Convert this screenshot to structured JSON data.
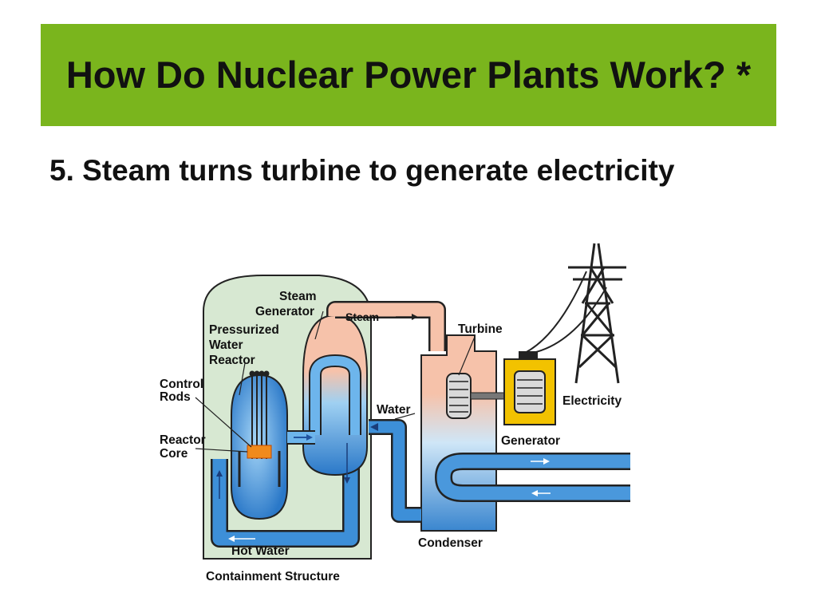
{
  "slide": {
    "title": "How Do Nuclear Power Plants Work? *",
    "bullet": "5. Steam turns turbine to generate electricity"
  },
  "diagram": {
    "labels": {
      "steam_generator": [
        "Steam",
        "Generator"
      ],
      "pressurized_water_reactor": [
        "Pressurized",
        "Water",
        "Reactor"
      ],
      "control_rods": [
        "Control",
        "Rods"
      ],
      "reactor_core": [
        "Reactor",
        "Core"
      ],
      "steam": "Steam",
      "water": "Water",
      "turbine": "Turbine",
      "generator": "Generator",
      "electricity": "Electricity",
      "condenser": "Condenser",
      "hot_water": "Hot Water",
      "containment_structure": "Containment Structure"
    },
    "colors": {
      "title_bar": "#7ab51d",
      "containment": "#d7e8d2",
      "water_blue": "#2d7fcf",
      "steam_pink": "#f6c2aa",
      "generator_yellow": "#f2c200",
      "core_orange": "#f08a1c"
    },
    "icons": [
      "transmission-tower-icon",
      "turbine-icon",
      "generator-icon"
    ]
  }
}
